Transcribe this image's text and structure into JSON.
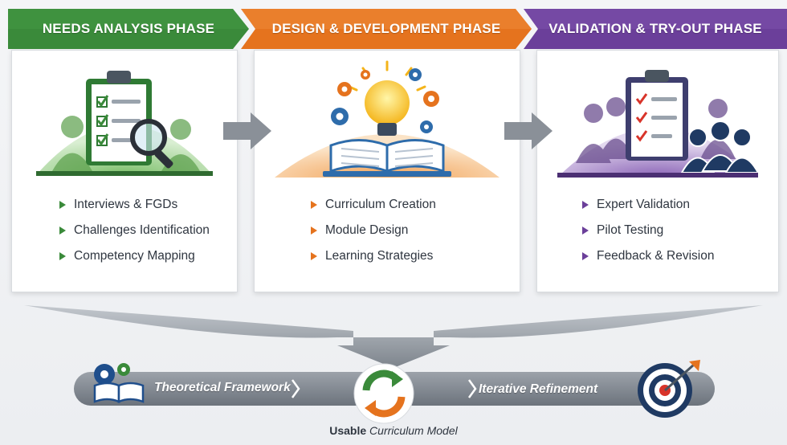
{
  "phases": [
    {
      "title": "NEEDS ANALYSIS PHASE",
      "color": "#3a8a3a",
      "items": [
        "Interviews & FGDs",
        "Challenges Identification",
        "Competency Mapping"
      ]
    },
    {
      "title": "DESIGN & DEVELOPMENT PHASE",
      "color": "#e5731e",
      "items": [
        "Curriculum Creation",
        "Module Design",
        "Learning Strategies"
      ]
    },
    {
      "title": "VALIDATION & TRY-OUT PHASE",
      "color": "#6b3f9a",
      "items": [
        "Expert Validation",
        "Pilot Testing",
        "Feedback & Revision"
      ]
    }
  ],
  "bottom": {
    "left_label": "Theoretical Framework",
    "right_label": "Iterative Refinement",
    "caption_plain": "Usable",
    "caption_italic": "Curriculum Model"
  },
  "icons": {
    "panel1": "clipboard-checklist-magnifier-icon",
    "panel2": "open-book-lightbulb-gears-icon",
    "panel3": "clipboard-team-icon",
    "bottom_left": "book-gears-icon",
    "bottom_center": "refresh-cycle-icon",
    "bottom_right": "target-arrow-icon"
  }
}
